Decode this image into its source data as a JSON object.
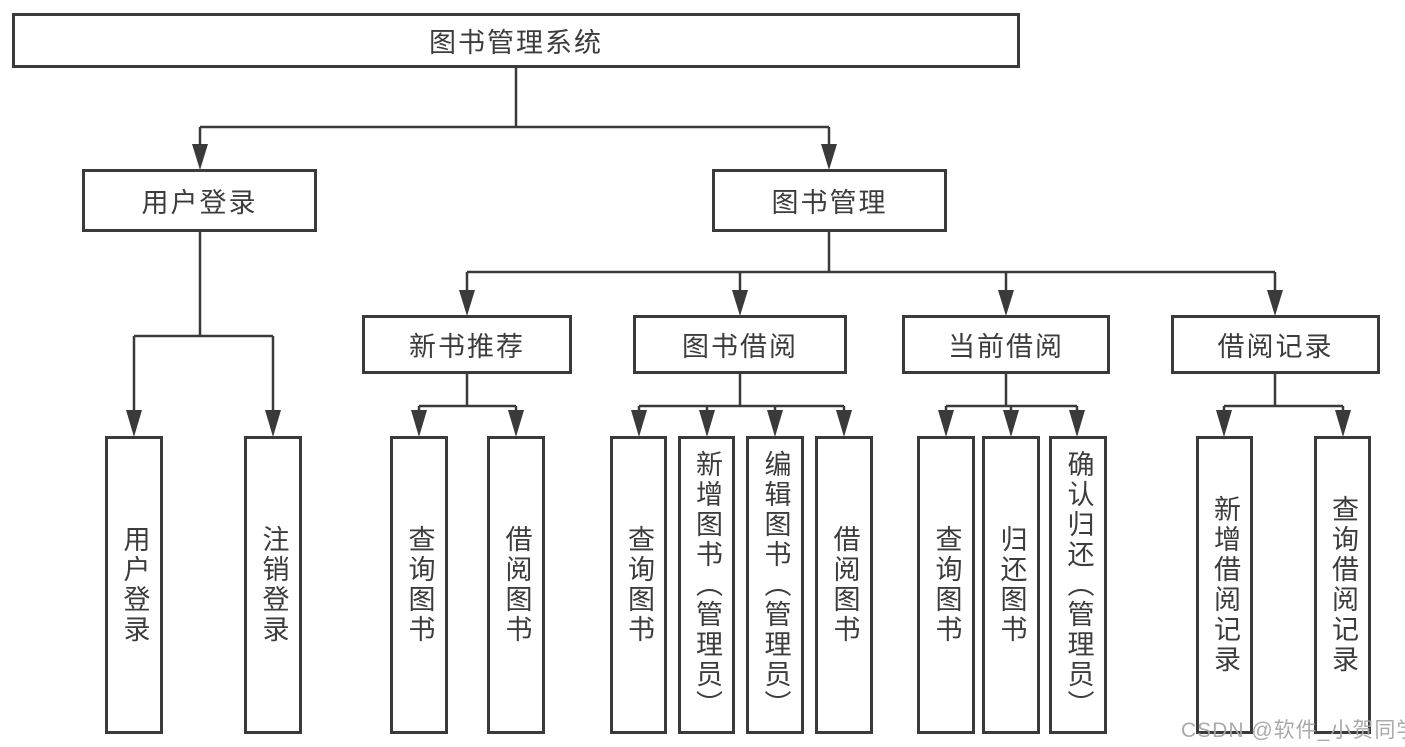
{
  "colors": {
    "line": "#3a3a3a",
    "text": "#3c3c3c",
    "watermark": "#a5a5a5",
    "background": "#ffffff"
  },
  "watermark": {
    "text": "CSDN @软件_小贺同学"
  },
  "tree": {
    "label": "图书管理系统",
    "children": [
      {
        "label": "用户登录",
        "children": [
          {
            "label": "用户登录"
          },
          {
            "label": "注销登录"
          }
        ]
      },
      {
        "label": "图书管理",
        "children": [
          {
            "label": "新书推荐",
            "children": [
              {
                "label": "查询图书"
              },
              {
                "label": "借阅图书"
              }
            ]
          },
          {
            "label": "图书借阅",
            "children": [
              {
                "label": "查询图书"
              },
              {
                "label": "新增图书（管理员）"
              },
              {
                "label": "编辑图书（管理员）"
              },
              {
                "label": "借阅图书"
              }
            ]
          },
          {
            "label": "当前借阅",
            "children": [
              {
                "label": "查询图书"
              },
              {
                "label": "归还图书"
              },
              {
                "label": "确认归还（管理员）"
              }
            ]
          },
          {
            "label": "借阅记录",
            "children": [
              {
                "label": "新增借阅记录"
              },
              {
                "label": "查询借阅记录"
              }
            ]
          }
        ]
      }
    ]
  }
}
